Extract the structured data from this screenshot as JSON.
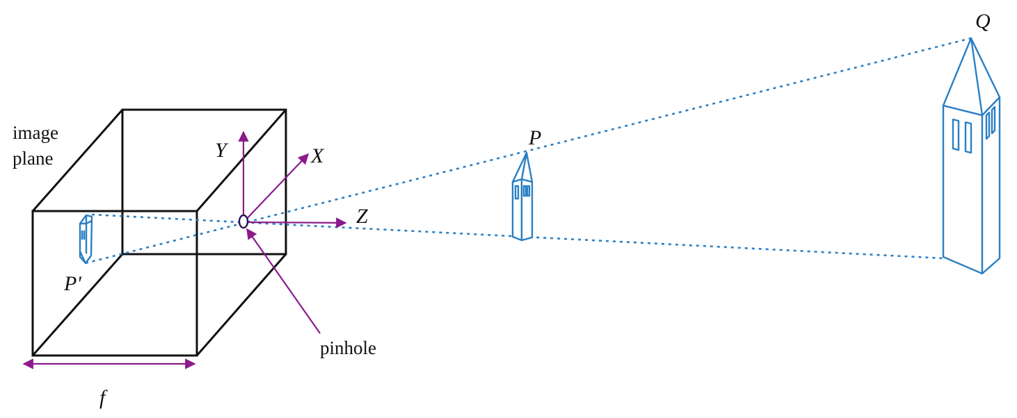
{
  "labels": {
    "image_plane_line1": "image",
    "image_plane_line2": "plane",
    "axis_x": "X",
    "axis_y": "Y",
    "axis_z": "Z",
    "point_p": "P",
    "point_p_image": "P'",
    "point_q": "Q",
    "pinhole": "pinhole",
    "focal_length": "f"
  },
  "colors": {
    "axes": "#8b1a8b",
    "rays_and_towers": "#2a7fc4",
    "box": "#111111"
  }
}
